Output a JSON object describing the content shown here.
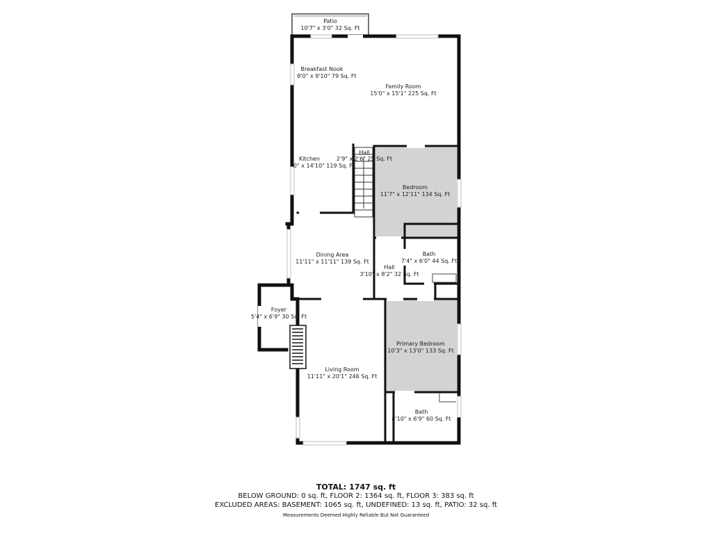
{
  "rooms": [
    {
      "name": "Patio",
      "dims": "10'7\" x 3'0\" 32 Sq. Ft"
    },
    {
      "name": "Breakfast Nook",
      "dims": "8'0\" x 9'10\" 79 Sq. Ft"
    },
    {
      "name": "Family Room",
      "dims": "15'0\" x 15'1\" 225 Sq. Ft"
    },
    {
      "name": "Hall",
      "dims": ""
    },
    {
      "name": "Kitchen",
      "dims": "2'9\" x 2'6\" 25 Sq. Ft"
    },
    {
      "name": "",
      "dims": "0\" x 14'10\" 119 Sq. Ft"
    },
    {
      "name": "Bedroom",
      "dims": "11'7\" x 12'11\" 134 Sq. Ft"
    },
    {
      "name": "Dining Area",
      "dims": "11'11\" x 11'11\" 139 Sq. Ft"
    },
    {
      "name": "Bath",
      "dims": "7'4\" x 6'0\" 44 Sq. Ft"
    },
    {
      "name": "Hall",
      "dims": "3'10\" x 8'2\" 32 Sq. Ft"
    },
    {
      "name": "Foyer",
      "dims": "5'4\" x 6'9\" 30 Sq. Ft"
    },
    {
      "name": "Primary Bedroom",
      "dims": "10'3\" x 13'0\" 133 Sq. Ft"
    },
    {
      "name": "Living Room",
      "dims": "11'11\" x 20'1\" 246 Sq. Ft"
    },
    {
      "name": "Bath",
      "dims": "8'10\" x 6'9\" 60 Sq. Ft"
    }
  ],
  "summary": {
    "total": "TOTAL: 1747 sq. ft",
    "below": "BELOW GROUND: 0 sq. ft, FLOOR 2: 1364 sq. ft, FLOOR 3: 383 sq. ft",
    "excluded": "EXCLUDED AREAS: BASEMENT: 1065 sq. ft, UNDEFINED: 13 sq. ft, PATIO: 32 sq. ft",
    "note": "Measurements Deemed Highly Reliable But Not Guaranteed"
  },
  "colors": {
    "wall": "#111111",
    "bedroom_fill": "#d3d3d3",
    "window": "#b9bcc0"
  }
}
